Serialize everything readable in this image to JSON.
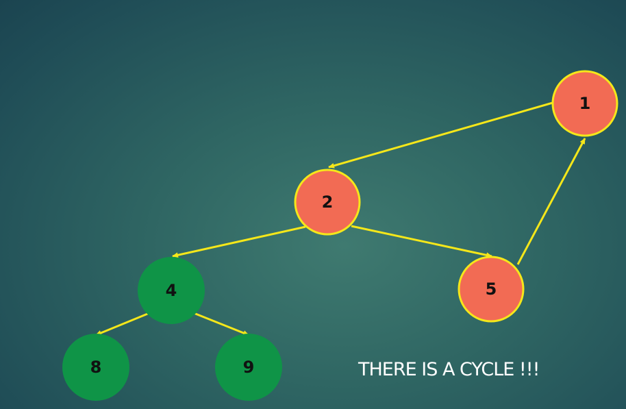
{
  "colors": {
    "edge": "#f5e71a",
    "visited_fill": "#f26b54",
    "visited_stroke": "#f5e71a",
    "unvisited_fill": "#0f9447",
    "caption_text": "#ffffff"
  },
  "nodes": [
    {
      "id": "n1",
      "label": "1",
      "state": "visited"
    },
    {
      "id": "n2",
      "label": "2",
      "state": "visited"
    },
    {
      "id": "n5",
      "label": "5",
      "state": "visited"
    },
    {
      "id": "n4",
      "label": "4",
      "state": "unvisited"
    },
    {
      "id": "n8",
      "label": "8",
      "state": "unvisited"
    },
    {
      "id": "n9",
      "label": "9",
      "state": "unvisited"
    }
  ],
  "edges": [
    {
      "from": "1",
      "to": "2"
    },
    {
      "from": "2",
      "to": "4"
    },
    {
      "from": "2",
      "to": "5"
    },
    {
      "from": "5",
      "to": "1"
    },
    {
      "from": "4",
      "to": "8"
    },
    {
      "from": "4",
      "to": "9"
    }
  ],
  "caption": "THERE IS A CYCLE !!!"
}
